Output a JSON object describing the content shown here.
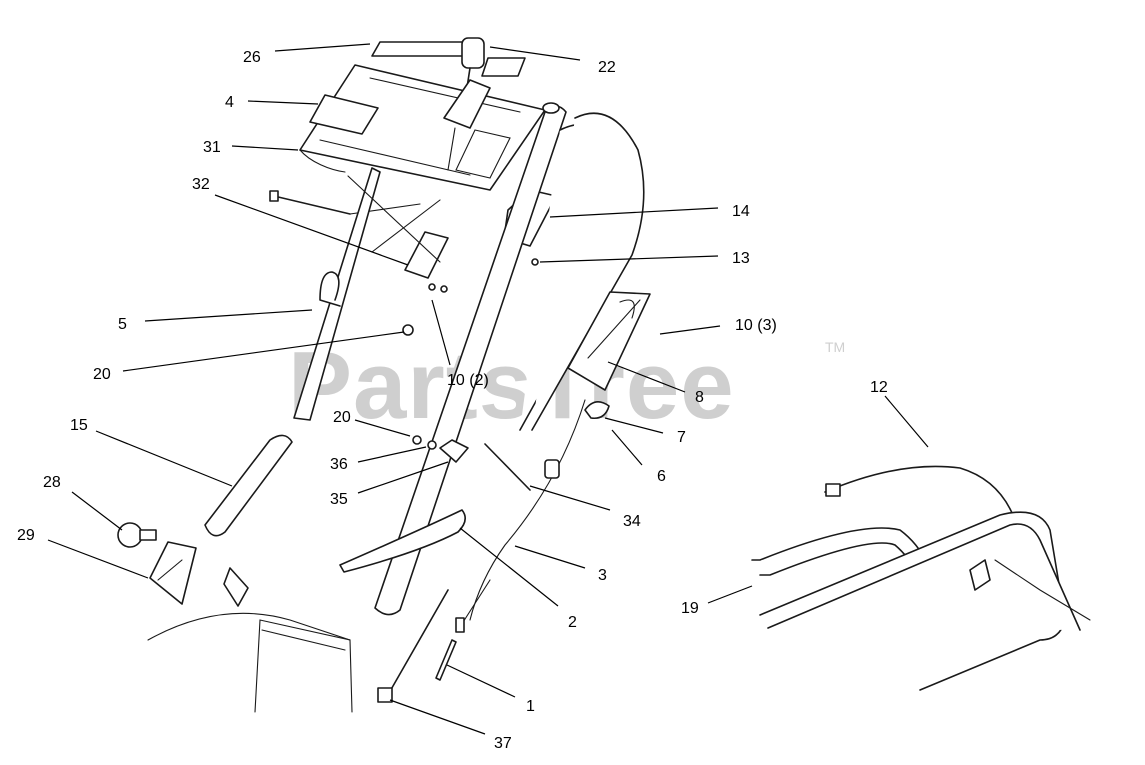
{
  "watermark": {
    "text": "PartsTree",
    "mark": "TM"
  },
  "callouts": {
    "c26": "26",
    "c22": "22",
    "c4": "4",
    "c31": "31",
    "c32": "32",
    "c14": "14",
    "c13": "13",
    "c5": "5",
    "c10a": "10 (3)",
    "c20a": "20",
    "c10b": "10  (2)",
    "c8": "8",
    "c12": "12",
    "c15": "15",
    "c20b": "20",
    "c7": "7",
    "c36": "36",
    "c6": "6",
    "c28": "28",
    "c35": "35",
    "c34": "34",
    "c29": "29",
    "c3": "3",
    "c19": "19",
    "c2": "2",
    "c1": "1",
    "c37": "37"
  },
  "colors": {
    "line": "#1a1a1a",
    "watermark": "#cfcfcf",
    "background": "#ffffff"
  }
}
